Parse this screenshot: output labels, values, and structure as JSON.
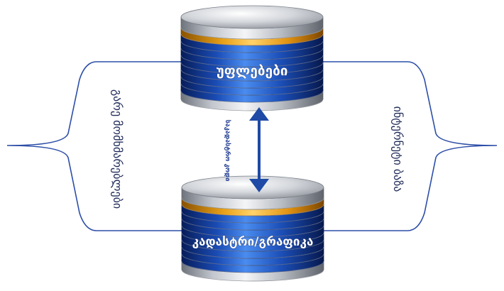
{
  "databases": {
    "top": {
      "label": "უფლებები"
    },
    "bottom": {
      "label": "კადასტრი/გრაფიკა"
    }
  },
  "link": {
    "label": "საკადასტრო კოდი"
  },
  "left_brace": {
    "label": "გარე მომხმარებლები"
  },
  "right_brace": {
    "label": "ინტერნეტი ბაზა"
  },
  "colors": {
    "blue_dark": "#0b2a73",
    "blue_mid": "#1d4fb8",
    "blue_light": "#3a78e0",
    "gold": "#e39a14",
    "silver": "#c9ccd2",
    "brace": "#2d4ea8",
    "arrow": "#1f4aa6"
  }
}
